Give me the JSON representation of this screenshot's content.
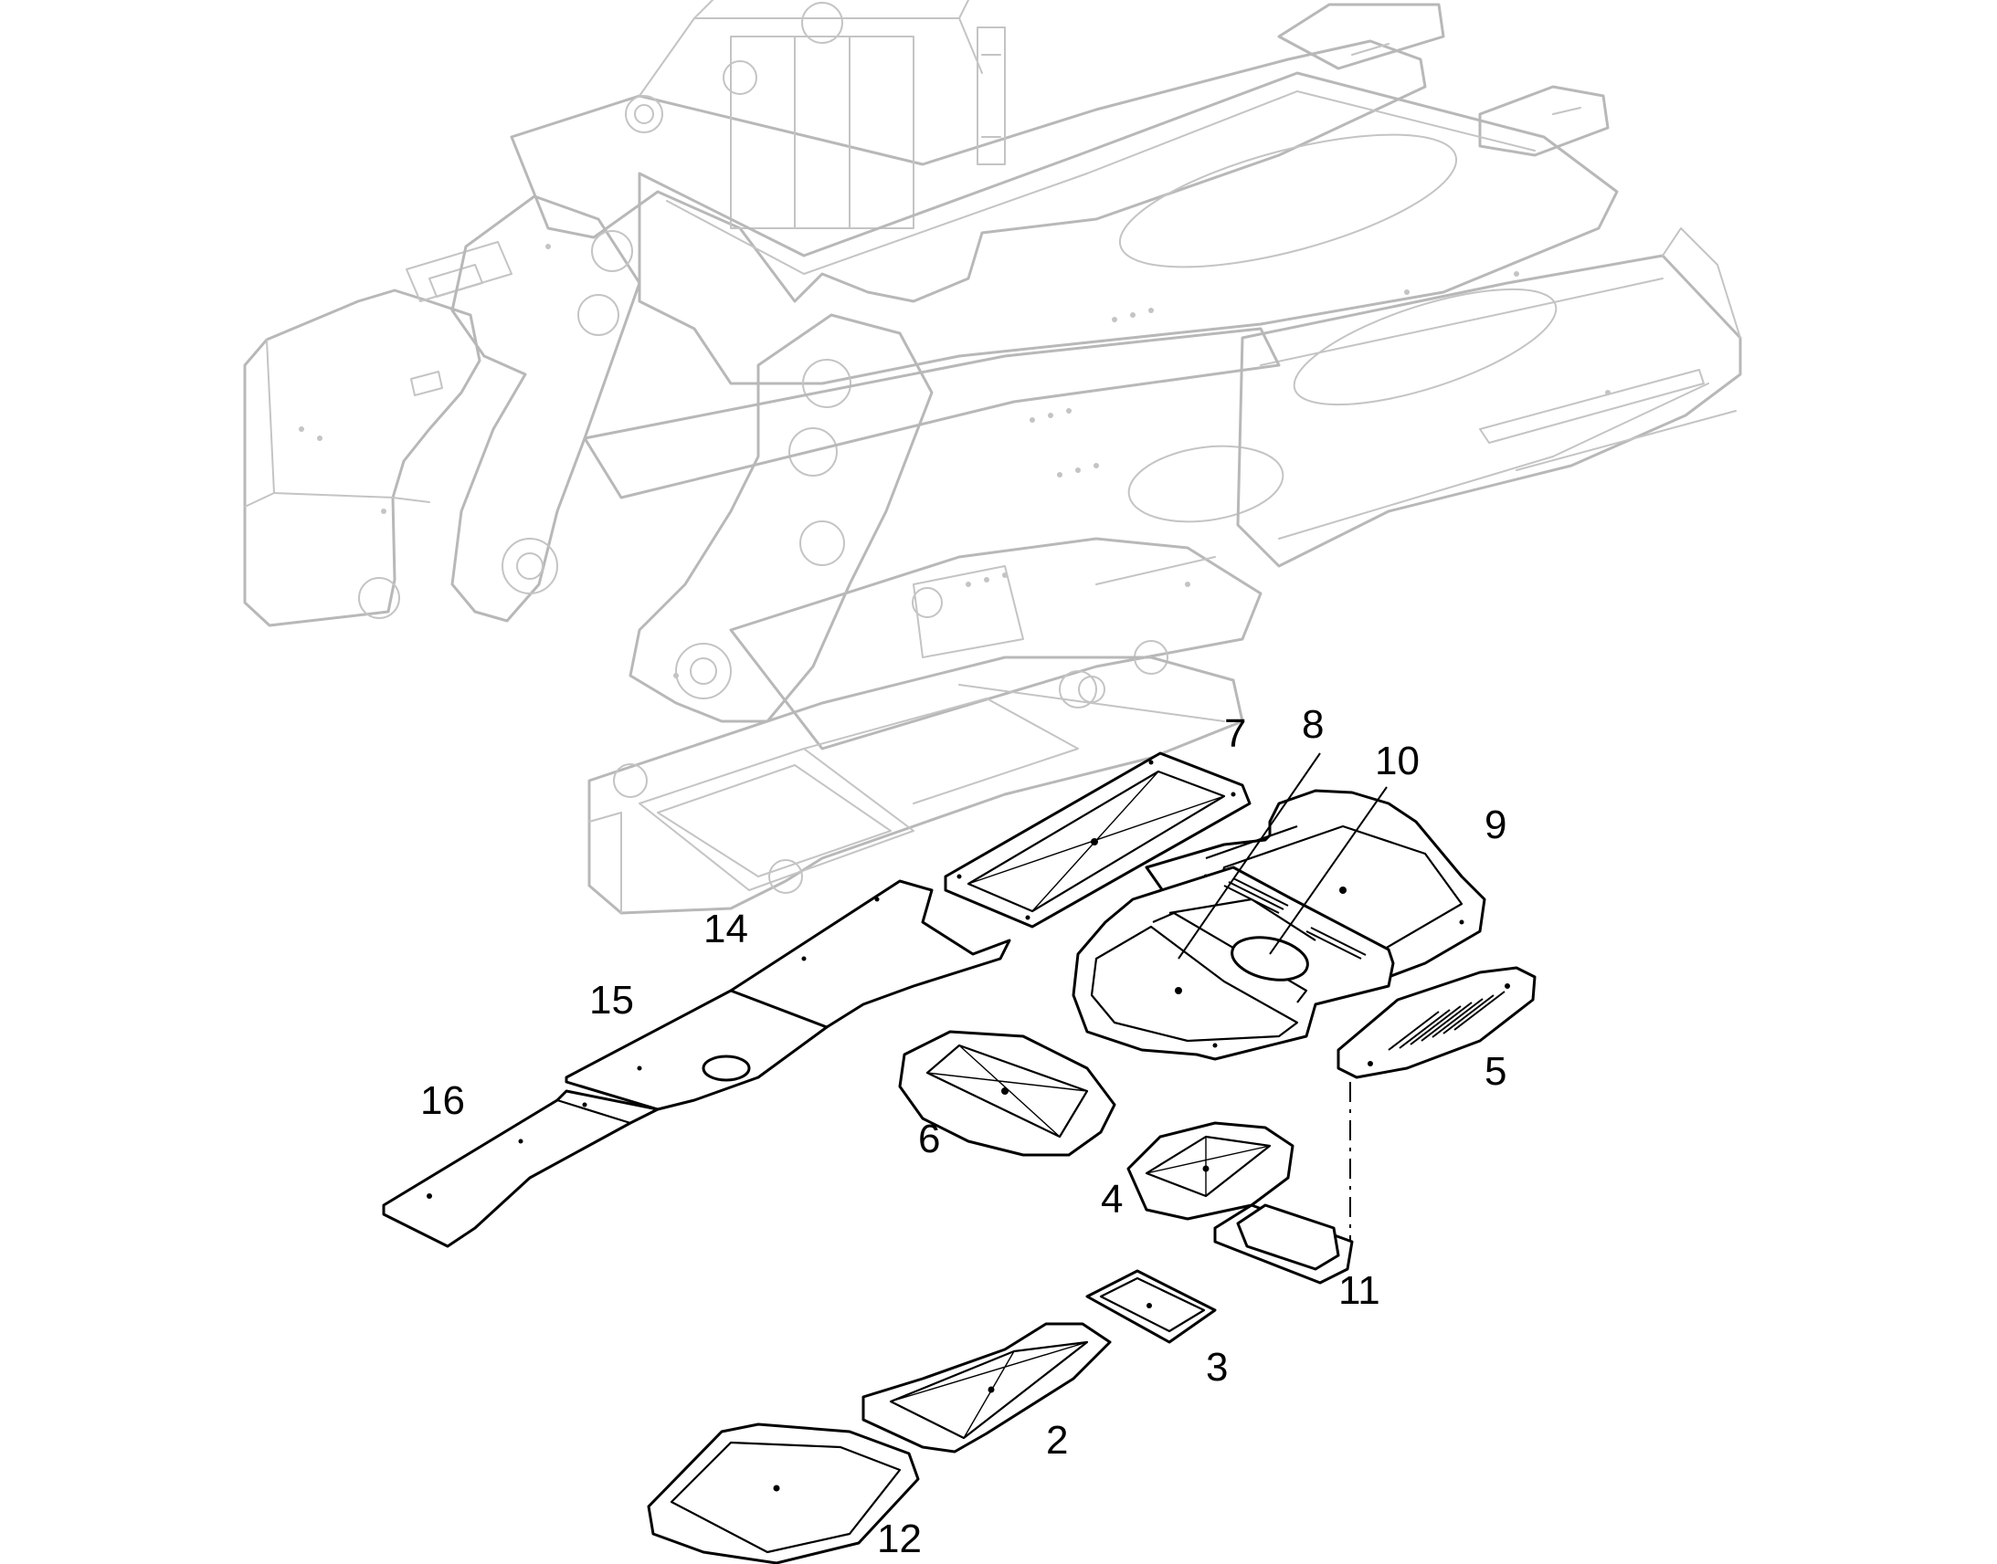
{
  "diagram": {
    "type": "exploded-parts-view",
    "callouts": {
      "c2": "2",
      "c3": "3",
      "c4": "4",
      "c5": "5",
      "c6": "6",
      "c7": "7",
      "c8": "8",
      "c9": "9",
      "c10": "10",
      "c11": "11",
      "c12": "12",
      "c14": "14",
      "c15": "15",
      "c16": "16"
    },
    "colors": {
      "part_outline": "#000000",
      "background_frame": "#b8b8b8",
      "background": "#ffffff"
    }
  }
}
